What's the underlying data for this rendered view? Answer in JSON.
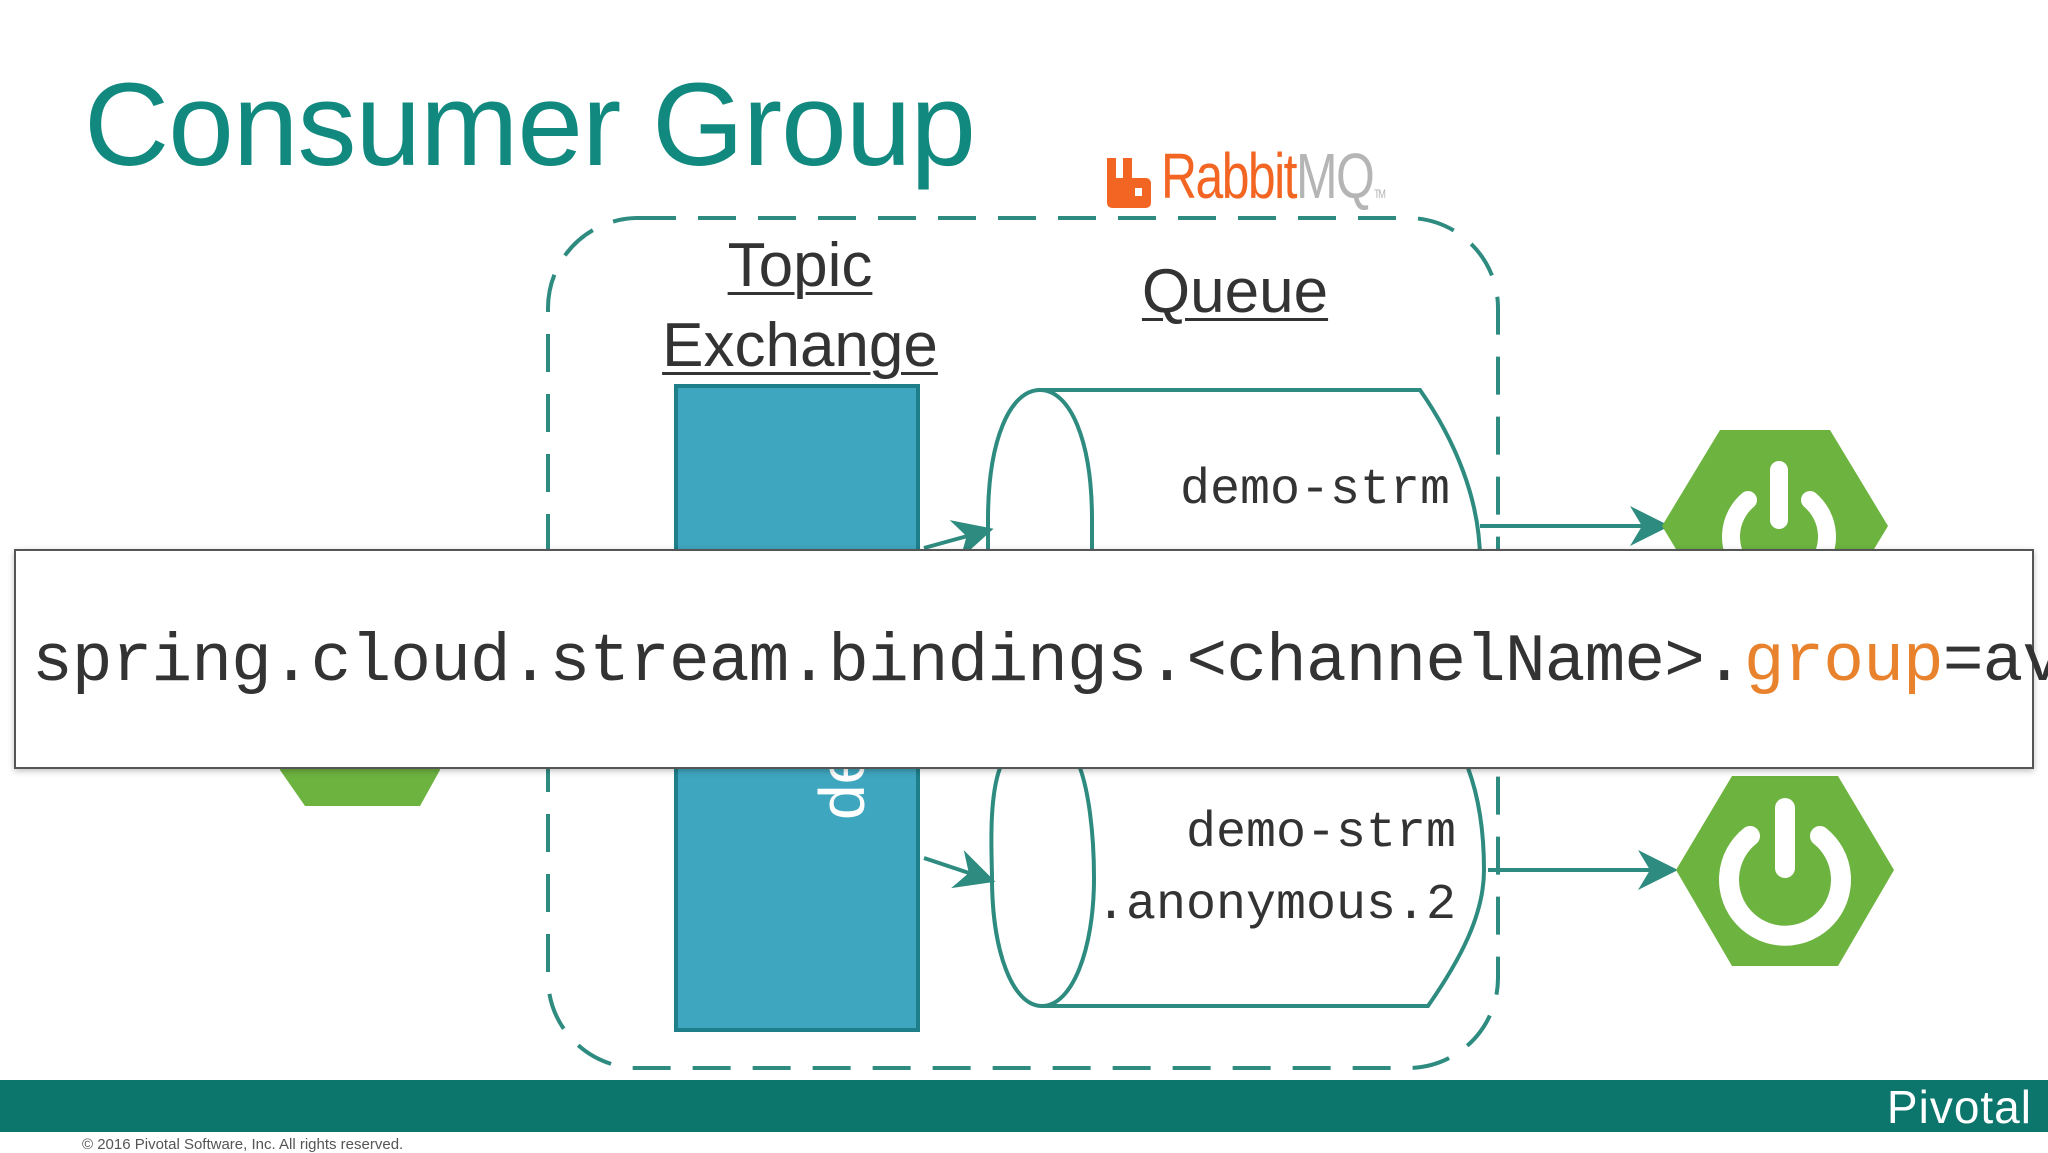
{
  "slide": {
    "title": "Consumer Group",
    "logo": {
      "brand_part1": "Rabbit",
      "brand_part2": "MQ",
      "trademark": "TM"
    },
    "labels": {
      "topic_line1": "Topic",
      "topic_line2": "Exchange",
      "queue": "Queue"
    },
    "exchange_name_visible": "dem",
    "queues": [
      {
        "line1": "demo-strm",
        "line2": ""
      },
      {
        "line1": "demo-strm",
        "line2": ".anonymous.2"
      }
    ],
    "overlay": {
      "code_prefix": "spring.cloud.stream.bindings.<channelName>.",
      "code_key": "group",
      "code_suffix": "=ave"
    },
    "footer": {
      "brand": "Pivotal",
      "copyright": "© 2016 Pivotal Software, Inc.  All rights reserved."
    }
  },
  "colors": {
    "title": "#11897f",
    "exchange_fill": "#3fa6bf",
    "exchange_border": "#1e7f8a",
    "diagram_stroke": "#2e8b80",
    "spring_green": "#6db33f",
    "code_accent": "#e8822d",
    "footer_bar": "#0c766c",
    "rabbit_orange": "#f26522",
    "rabbit_grey": "#b5b5b5"
  },
  "icons": [
    "rabbitmq-logo-icon",
    "spring-power-icon",
    "arrow-icon"
  ]
}
